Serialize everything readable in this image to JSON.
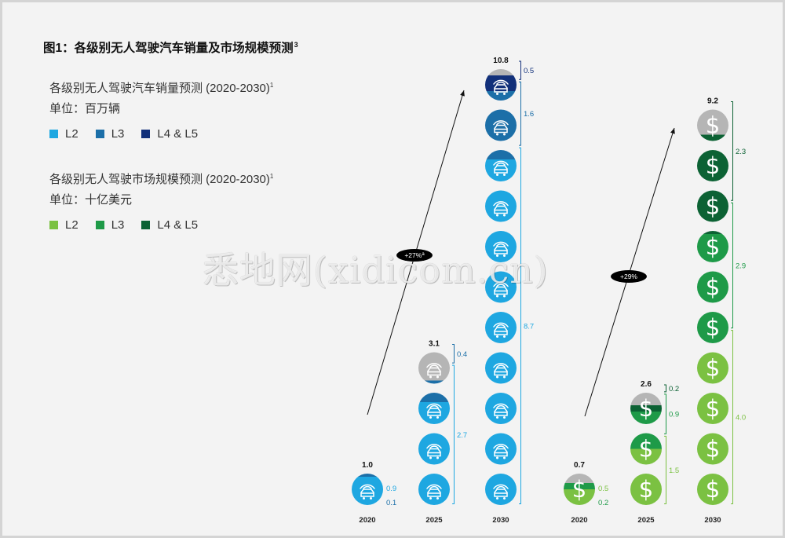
{
  "title": "图1：各级别无人驾驶汽车销量及市场规模预测",
  "title_sup": "3",
  "sales": {
    "subtitle": "各级别无人驾驶汽车销量预测 (2020-2030)",
    "subtitle_sup": "1",
    "unit": "单位：百万辆",
    "legend": [
      {
        "label": "L2",
        "color": "#1ea7e1"
      },
      {
        "label": "L3",
        "color": "#1c6fa8"
      },
      {
        "label": "L4 & L5",
        "color": "#12307a"
      }
    ]
  },
  "market": {
    "subtitle": "各级别无人驾驶市场规模预测 (2020-2030)",
    "subtitle_sup": "1",
    "unit": "单位：十亿美元",
    "legend": [
      {
        "label": "L2",
        "color": "#7bc142"
      },
      {
        "label": "L3",
        "color": "#1e9a48"
      },
      {
        "label": "L4 & L5",
        "color": "#0c6234"
      }
    ]
  },
  "chart_data": [
    {
      "type": "bar",
      "title": "各级别无人驾驶汽车销量预测 (2020-2030)",
      "unit": "百万辆",
      "categories": [
        "2020",
        "2025",
        "2030"
      ],
      "totals": [
        1.0,
        3.1,
        10.8
      ],
      "series": [
        {
          "name": "L2",
          "values": [
            0.9,
            2.7,
            8.7
          ]
        },
        {
          "name": "L3",
          "values": [
            0.1,
            0.4,
            1.6
          ]
        },
        {
          "name": "L4 & L5",
          "values": [
            null,
            null,
            0.5
          ]
        }
      ],
      "growth_label": "+27%",
      "growth_label_sup": "a"
    },
    {
      "type": "bar",
      "title": "各级别无人驾驶市场规模预测 (2020-2030)",
      "unit": "十亿美元",
      "categories": [
        "2020",
        "2025",
        "2030"
      ],
      "totals": [
        0.7,
        2.6,
        9.2
      ],
      "series": [
        {
          "name": "L2",
          "values": [
            0.5,
            1.5,
            4.0
          ]
        },
        {
          "name": "L3",
          "values": [
            0.2,
            0.9,
            2.9
          ]
        },
        {
          "name": "L4 & L5",
          "values": [
            null,
            0.2,
            2.3
          ]
        }
      ],
      "growth_label": "+29%"
    }
  ],
  "colors": {
    "unassigned": "#b5b5b5",
    "arrow": "#111111",
    "badge": "#000000"
  },
  "icons": {
    "sales": "car-signal-icon",
    "market": "dollar-icon"
  },
  "watermark": "悉地网(xidicom.cn)"
}
